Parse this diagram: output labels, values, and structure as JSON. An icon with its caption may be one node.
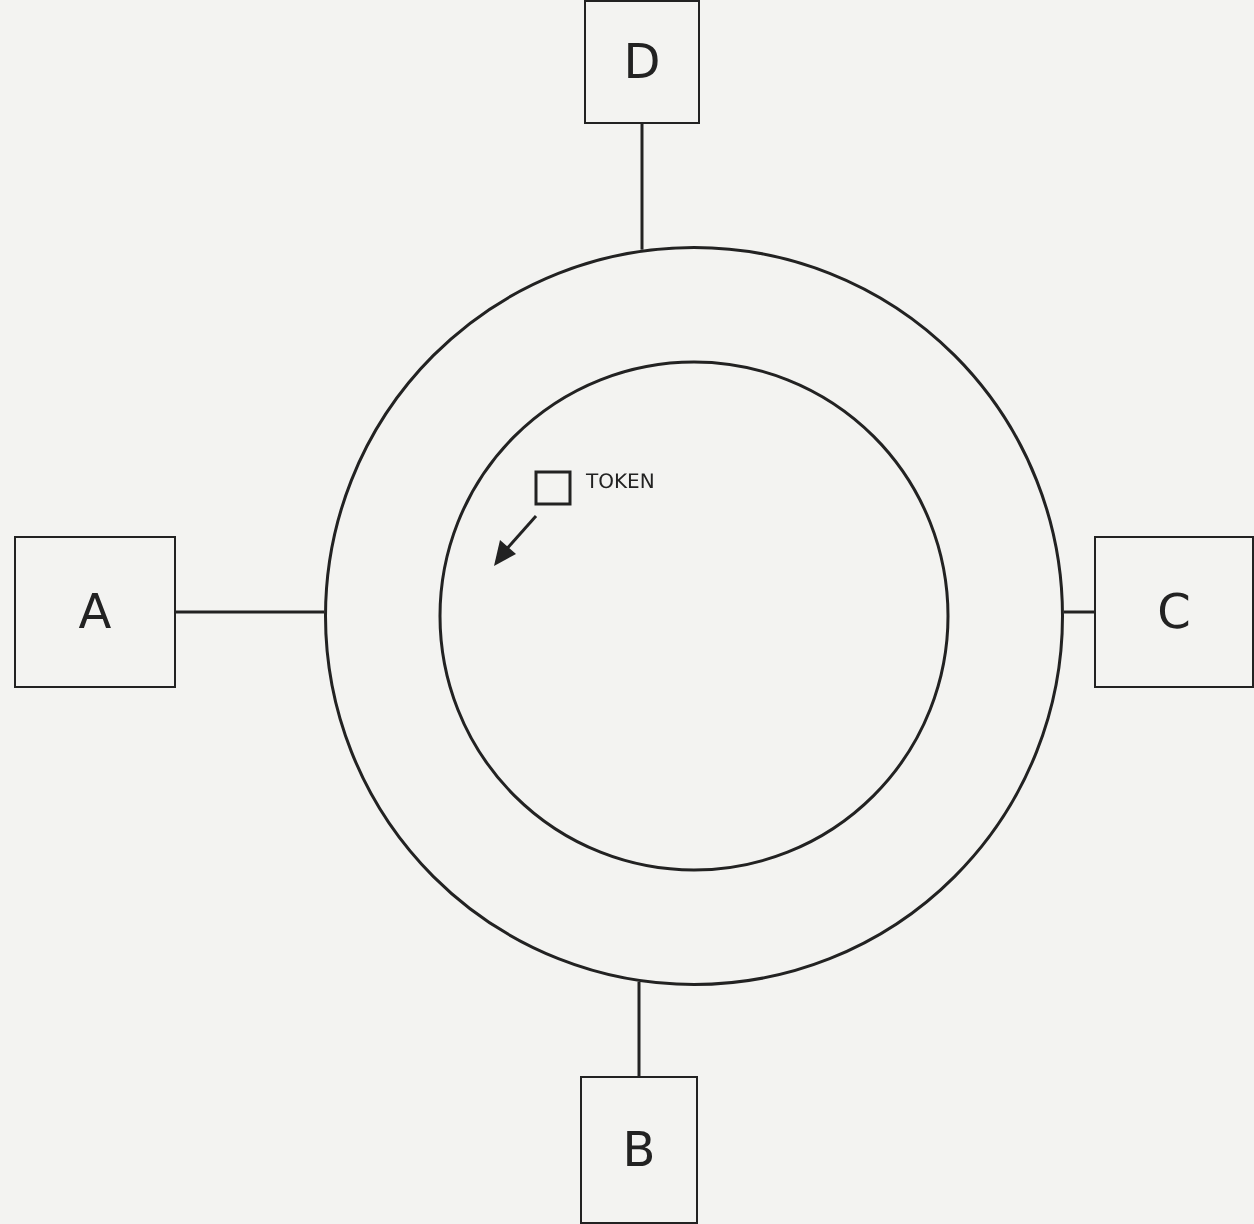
{
  "diagram": {
    "nodes": [
      {
        "text": [
          "D"
        ]
      },
      {
        "text": [],
        "shape": "circle"
      },
      {
        "text": [
          "A"
        ]
      },
      {
        "text": [
          "C"
        ]
      },
      {
        "text": [
          "B"
        ]
      }
    ],
    "edges": [
      {
        "from": 0,
        "to": 1,
        "arrow": "none"
      },
      {
        "from": 2,
        "to": 1,
        "arrow": "none"
      },
      {
        "from": 1,
        "to": 3,
        "arrow": "none"
      },
      {
        "from": 1,
        "to": 4,
        "arrow": "none"
      }
    ],
    "labels": [
      "TOKEN"
    ]
  }
}
